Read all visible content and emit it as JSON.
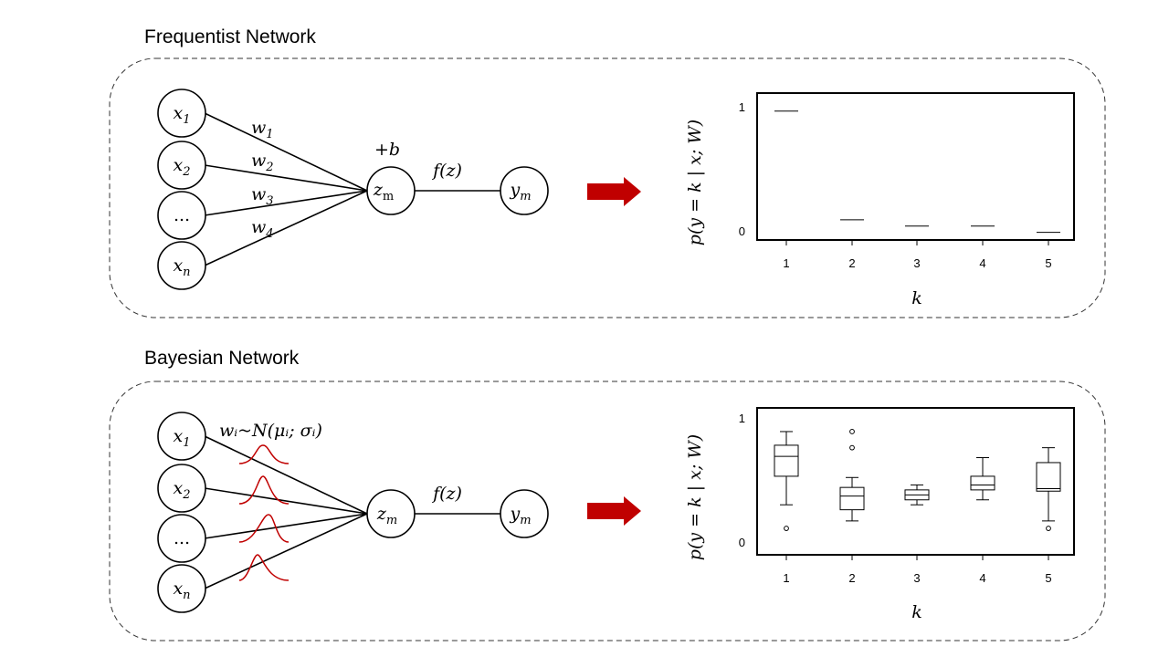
{
  "frequentist": {
    "title": "Frequentist Network",
    "inputs": [
      {
        "base": "x",
        "sub": "1"
      },
      {
        "base": "x",
        "sub": "2"
      },
      {
        "base": "...",
        "sub": ""
      },
      {
        "base": "x",
        "sub": "n"
      }
    ],
    "weights": [
      {
        "base": "w",
        "sub": "1"
      },
      {
        "base": "w",
        "sub": "2"
      },
      {
        "base": "w",
        "sub": "3"
      },
      {
        "base": "w",
        "sub": "4"
      }
    ],
    "bias_label": "+b",
    "sum_node": {
      "base": "z",
      "sub": "m"
    },
    "activation_label": "f(z)",
    "output_node": {
      "base": "y",
      "sub": "m"
    }
  },
  "bayesian": {
    "title": "Bayesian Network",
    "inputs": [
      {
        "base": "x",
        "sub": "1"
      },
      {
        "base": "x",
        "sub": "2"
      },
      {
        "base": "...",
        "sub": ""
      },
      {
        "base": "x",
        "sub": "n"
      }
    ],
    "weight_distribution_label": "wᵢ~N(μᵢ; σᵢ)",
    "sum_node": {
      "base": "z",
      "sub": "m"
    },
    "activation_label": "f(z)",
    "output_node": {
      "base": "y",
      "sub": "m"
    }
  },
  "arrow_color": "#c00000",
  "gaussian_color": "#c00000",
  "chart_data": [
    {
      "type": "line",
      "ylabel": "p(y = k | x; W)",
      "xlabel": "k",
      "categories": [
        "1",
        "2",
        "3",
        "4",
        "5"
      ],
      "values": [
        0.98,
        0.11,
        0.06,
        0.06,
        0.01
      ],
      "y_ticks": [
        "1",
        "0"
      ],
      "ylim": [
        0,
        1
      ]
    },
    {
      "type": "box",
      "ylabel": "p(y = k | x; W)",
      "xlabel": "k",
      "categories": [
        "1",
        "2",
        "3",
        "4",
        "5"
      ],
      "boxes": [
        {
          "whisker_low": 0.3,
          "q1": 0.53,
          "median": 0.69,
          "q3": 0.78,
          "whisker_high": 0.89,
          "outliers": [
            0.11
          ]
        },
        {
          "whisker_low": 0.17,
          "q1": 0.26,
          "median": 0.37,
          "q3": 0.44,
          "whisker_high": 0.52,
          "outliers": [
            0.76,
            0.89
          ]
        },
        {
          "whisker_low": 0.3,
          "q1": 0.34,
          "median": 0.38,
          "q3": 0.42,
          "whisker_high": 0.46,
          "outliers": []
        },
        {
          "whisker_low": 0.34,
          "q1": 0.42,
          "median": 0.46,
          "q3": 0.53,
          "whisker_high": 0.68,
          "outliers": []
        },
        {
          "whisker_low": 0.17,
          "q1": 0.41,
          "median": 0.43,
          "q3": 0.64,
          "whisker_high": 0.76,
          "outliers": [
            0.11
          ]
        }
      ],
      "y_ticks": [
        "1",
        "0"
      ],
      "ylim": [
        0,
        1
      ]
    }
  ]
}
